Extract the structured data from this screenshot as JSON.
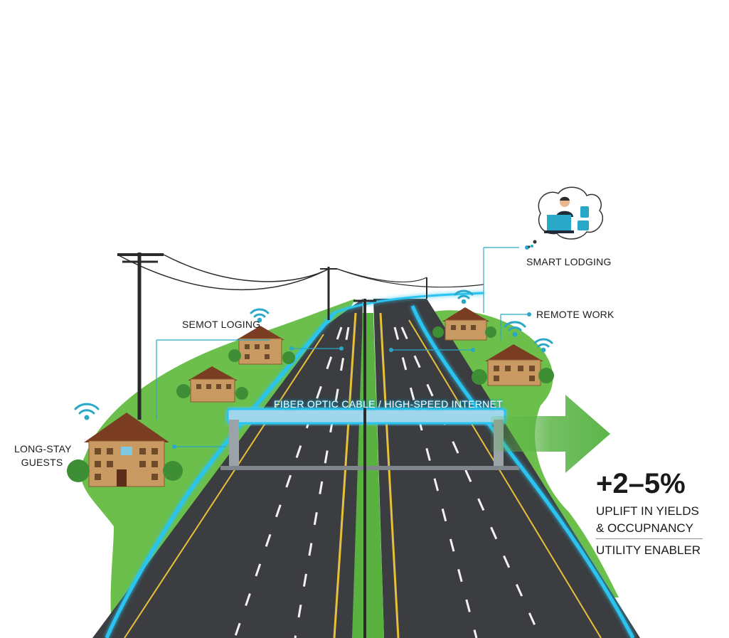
{
  "labels": {
    "smart_lodging": "SMART LODGING",
    "remote_work": "REMOTE WORK",
    "semot_loging": "SEMOT LOGING",
    "long_stay_line1": "LONG-STAY",
    "long_stay_line2": "GUESTS",
    "fiber": "FIBER OPTIC CABLE / HIGH-SPEED INTERNET"
  },
  "stat": {
    "value": "+2–5%",
    "line1": "UPLIFT IN YIELDS",
    "line2": "& OCCUPNANCY",
    "footer": "UTILITY ENABLER"
  },
  "icons": [
    "wifi-icon",
    "remote-worker-icon",
    "laptop-icon",
    "luggage-icon",
    "house-icon",
    "tree-icon",
    "utility-pole-icon",
    "arrow-right-icon"
  ],
  "colors": {
    "grass": "#6cbf4a",
    "road": "#3b3d40",
    "fiber_glow": "#29c4f0",
    "accent_blue": "#2aa8c8",
    "arrow_green": "#5bb548",
    "house_wall": "#c89a62",
    "roof": "#7a3d22"
  }
}
